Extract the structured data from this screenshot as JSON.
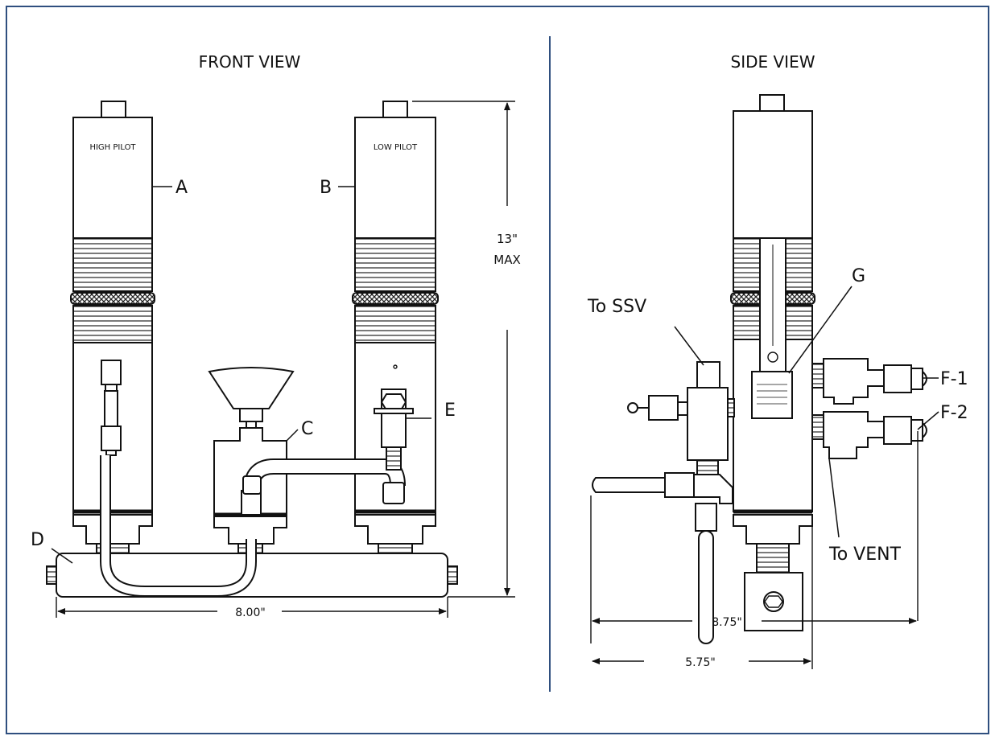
{
  "views": {
    "front": "FRONT VIEW",
    "side": "SIDE VIEW"
  },
  "front": {
    "pilot_a_text": "HIGH PILOT",
    "pilot_b_text": "LOW PILOT",
    "callouts": {
      "a": "A",
      "b": "B",
      "c": "C",
      "d": "D",
      "e": "E"
    },
    "height_dim": "13\"",
    "height_max": "MAX",
    "width_dim": "8.00\""
  },
  "side": {
    "callouts": {
      "g": "G",
      "f1": "F-1",
      "f2": "F-2"
    },
    "to_ssv": "To SSV",
    "to_vent": "To VENT",
    "dim_inner": "5.75\"",
    "dim_outer": "8.75\""
  },
  "colors": {
    "frame": "#2f4f7f",
    "line": "#111111"
  }
}
